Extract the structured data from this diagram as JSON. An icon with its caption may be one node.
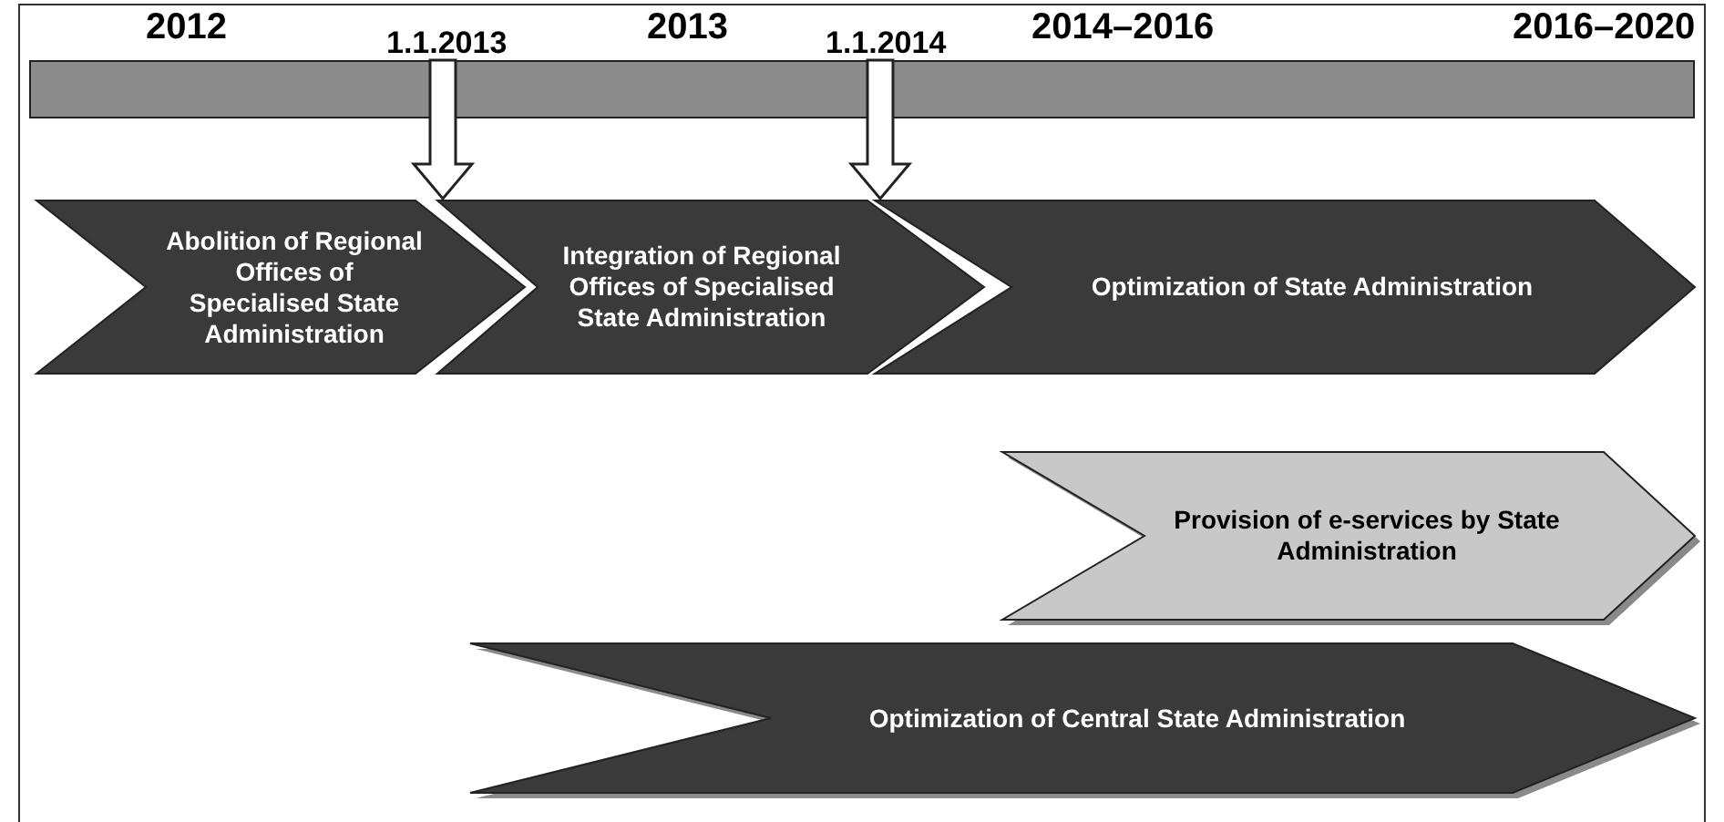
{
  "diagram": {
    "nodes": [
      {
        "text": [],
        "shape": "bar"
      },
      {
        "text": [
          "Abolition of Regional Offices of Specialised State Administration"
        ]
      },
      {
        "text": [
          "Integration of Regional Offices of Specialised State Administration"
        ]
      },
      {
        "text": [
          "Optimization of State Administration"
        ]
      },
      {
        "text": [
          "Provision of e-services by State Administration"
        ]
      },
      {
        "text": [
          "Optimization of Central State Administration"
        ]
      }
    ],
    "edges": [
      {
        "from": 0,
        "to": 2,
        "arrow": "to"
      },
      {
        "from": 0,
        "to": 3,
        "arrow": "to"
      }
    ],
    "labels": [
      "2012",
      "1.1.2013",
      "2013",
      "1.1.2014",
      "2014–2016",
      "2016–2020"
    ]
  }
}
